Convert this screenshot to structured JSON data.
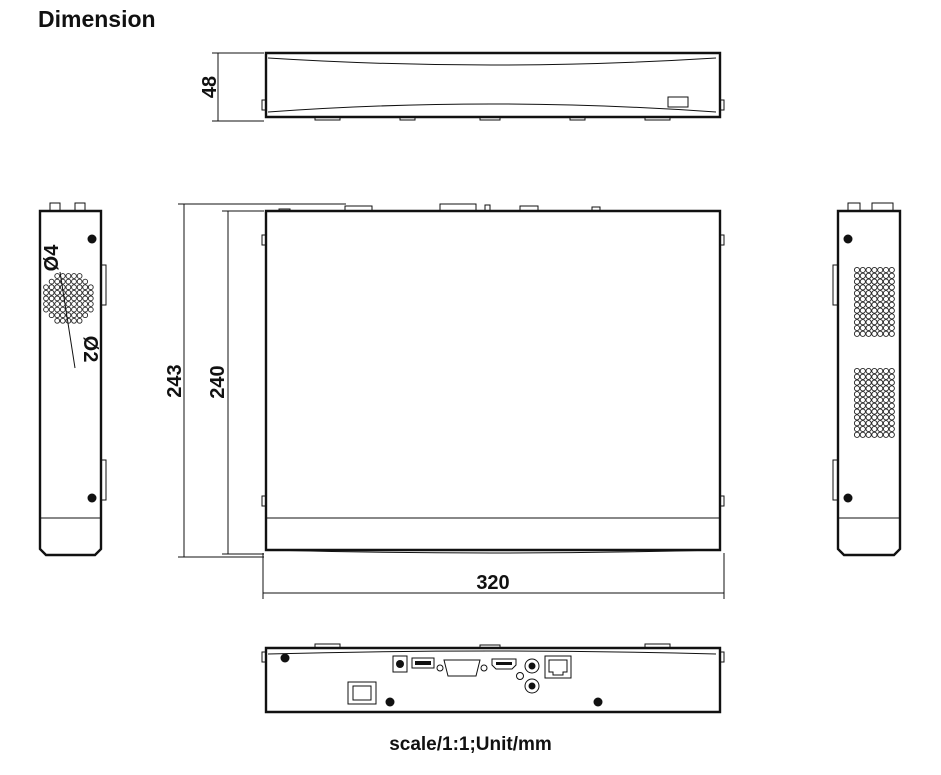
{
  "title": "Dimension",
  "dimensions": {
    "height": "48",
    "overall_depth": "243",
    "body_depth": "240",
    "width": "320",
    "large_hole": "Ø4",
    "small_hole": "Ø2"
  },
  "footer": "scale/1:1;Unit/mm",
  "colors": {
    "line": "#111111",
    "background": "#ffffff"
  },
  "views": {
    "front": "front-view",
    "top": "top-view",
    "left": "left-side-view",
    "right": "right-side-view",
    "rear": "rear-panel-view"
  }
}
